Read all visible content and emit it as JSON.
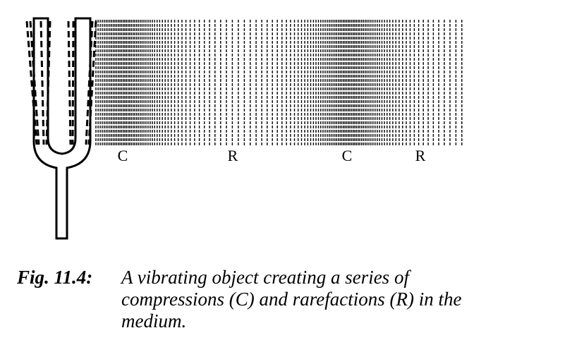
{
  "figure": {
    "number": "Fig. 11.4:",
    "caption": "A vibrating object creating a series of compressions (C) and rarefactions (R) in the medium."
  },
  "labels": [
    "C",
    "R",
    "C",
    "R"
  ],
  "colors": {
    "ink": "#000000",
    "paper": "#ffffff"
  }
}
